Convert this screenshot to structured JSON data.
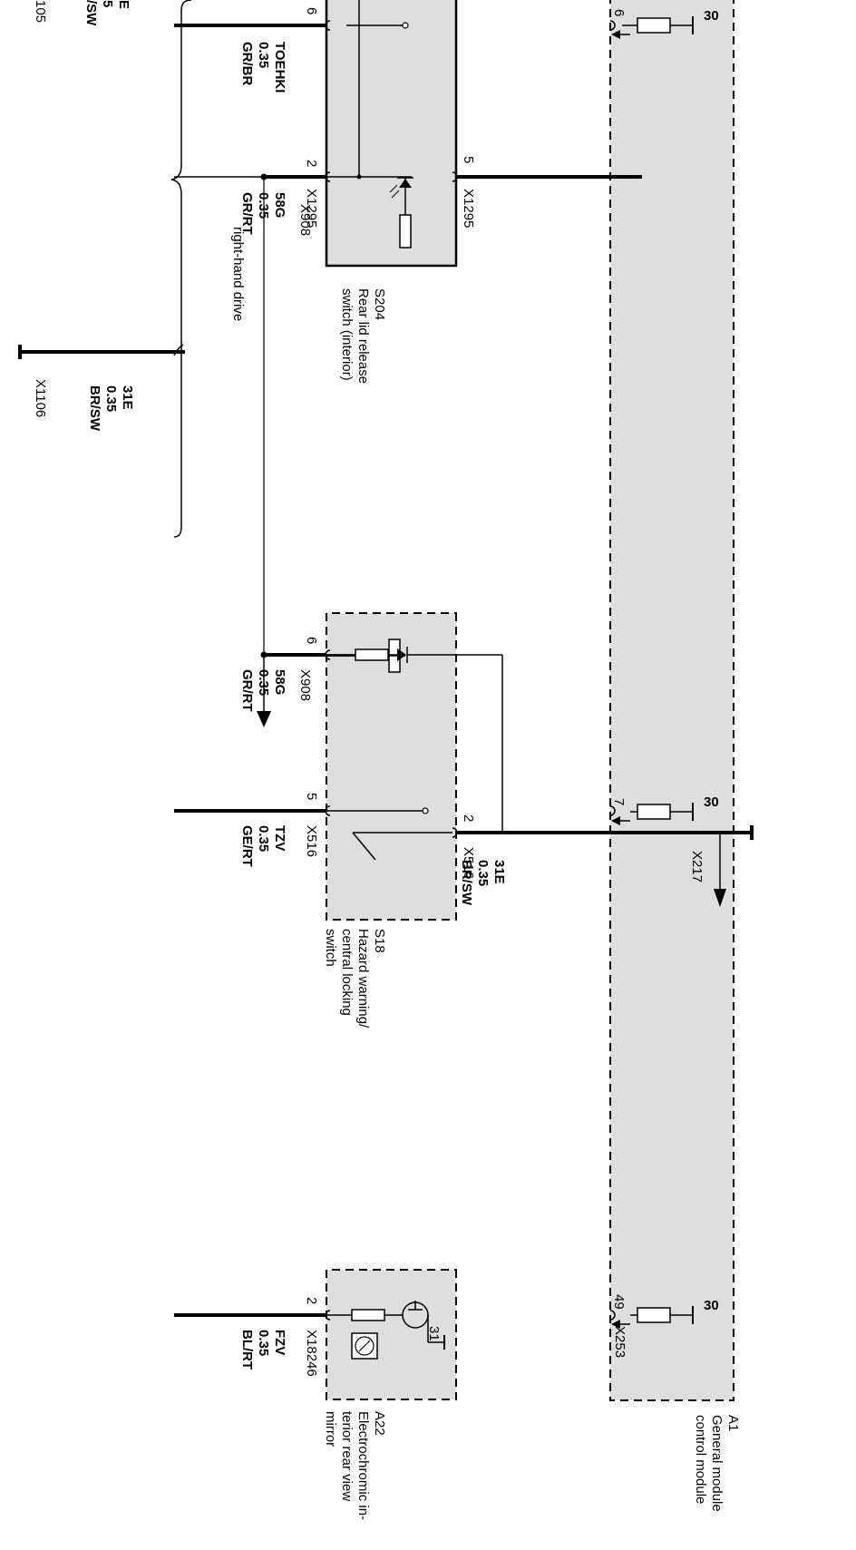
{
  "top_cut": {
    "wire_lines": [
      "E",
      "5",
      "/SW"
    ],
    "connector": "105"
  },
  "ground_wire": {
    "signal": "31E",
    "size": "0.35",
    "color": "BR/SW",
    "connector": "X1106"
  },
  "rhd_label": "right-hand drive",
  "s204": {
    "id": "S204",
    "name_lines": [
      "Rear lid release",
      "switch (interior)"
    ],
    "pins": {
      "pin6": "6",
      "pin2": "2",
      "pin5": "5",
      "conn_right": "X1295",
      "conn_left": "X1295"
    },
    "wire_toehki": {
      "signal": "TOEHKI",
      "size": "0.35",
      "color": "GR/BR"
    },
    "wire_58g": {
      "signal": "58G",
      "size": "0.35",
      "color": "GR/RT",
      "splice": "X908"
    }
  },
  "s18": {
    "id": "S18",
    "name_lines": [
      "Hazard warning/",
      "central locking",
      "switch"
    ],
    "pins": {
      "pin6": "6",
      "pin5": "5",
      "pin2": "2",
      "conn_right": "X516",
      "conn_left": "X516"
    },
    "wire_58g": {
      "signal": "58G",
      "size": "0.35",
      "color": "GR/RT",
      "splice": "X908"
    },
    "wire_tzv": {
      "signal": "TZV",
      "size": "0.35",
      "color": "GE/RT"
    },
    "wire_31e": {
      "signal": "31E",
      "size": "0.35",
      "color": "BR/SW",
      "connector": "X217"
    }
  },
  "a22": {
    "id": "A22",
    "name_lines": [
      "Electrochromic in-",
      "terior rear view",
      "mirror"
    ],
    "pin2": "2",
    "connector": "X18246",
    "ground_label": "31",
    "wire_fzv": {
      "signal": "FZV",
      "size": "0.35",
      "color": "BL/RT"
    }
  },
  "a1": {
    "id": "A1",
    "name_lines": [
      "General module",
      "control module"
    ],
    "pin_a": "6",
    "pin_b": "7",
    "pin_c": "49",
    "connector_c": "X253",
    "supply_label": "30"
  }
}
